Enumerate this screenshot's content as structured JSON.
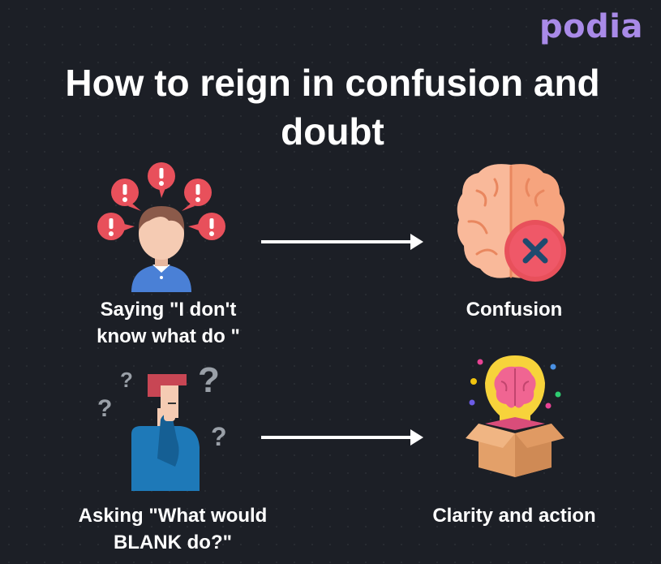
{
  "brand": {
    "logo_text": "podia",
    "logo_color": "#a98ae8"
  },
  "title": "How to reign in confusion and doubt",
  "rows": [
    {
      "left": {
        "caption": "Saying \"I don't\nknow what do \"",
        "icon": "worried-person-with-alerts-icon"
      },
      "right": {
        "caption": "Confusion",
        "icon": "brain-with-x-icon"
      }
    },
    {
      "left": {
        "caption": "Asking \"What would\nBLANK do?\"",
        "icon": "thinking-person-with-questions-icon"
      },
      "right": {
        "caption": "Clarity and action",
        "icon": "lightbulb-brain-box-icon"
      }
    }
  ],
  "colors": {
    "background": "#1c1f26",
    "alert_red": "#e8505b",
    "arrow": "#ffffff"
  }
}
